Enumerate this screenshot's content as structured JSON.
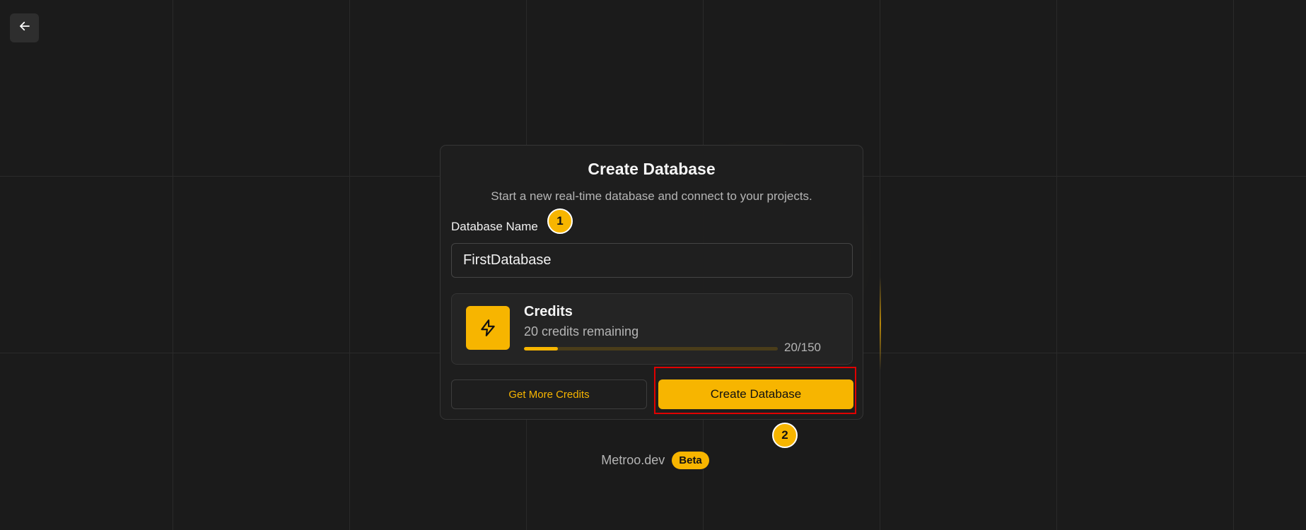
{
  "nav": {
    "back_icon": "arrow-left-icon"
  },
  "card": {
    "title": "Create Database",
    "subtitle": "Start a new real-time database and connect to your projects.",
    "name_label": "Database Name",
    "name_value": "FirstDatabase"
  },
  "credits": {
    "icon": "lightning-bolt-icon",
    "title": "Credits",
    "remaining_text": "20 credits remaining",
    "used": 20,
    "total": 150,
    "progress_text": "20/150"
  },
  "actions": {
    "get_more_label": "Get More Credits",
    "create_label": "Create Database"
  },
  "annotations": {
    "step_1": "1",
    "step_2": "2"
  },
  "footer": {
    "brand": "Metroo.dev",
    "badge": "Beta"
  },
  "colors": {
    "background": "#1b1b1b",
    "accent": "#f7b500",
    "highlight": "#e00000"
  }
}
